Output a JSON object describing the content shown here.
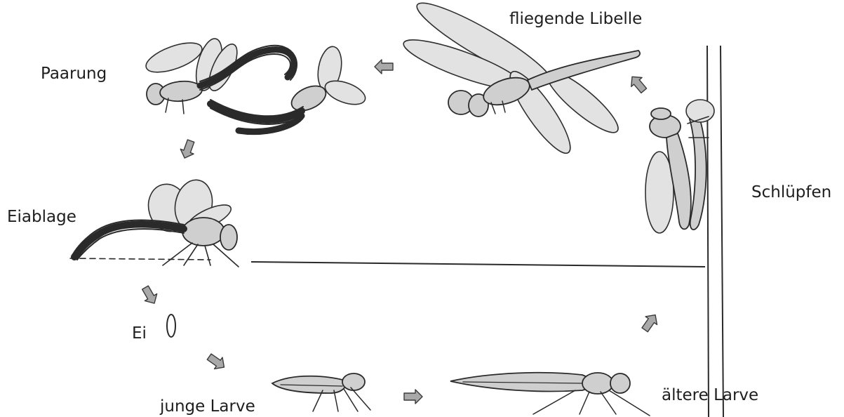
{
  "labels": {
    "paarung": "Paarung",
    "fliegende_libelle": "fliegende Libelle",
    "eiablage": "Eiablage",
    "schluepfen": "Schlüpfen",
    "ei": "Ei",
    "junge_larve": "junge Larve",
    "aeltere_larve": "ältere Larve"
  },
  "colors": {
    "ink": "#2a2a2a",
    "wing_fill": "#e2e2e2",
    "body_fill": "#cfcfcf",
    "arrow_fill": "#a9a9a9",
    "background": "#ffffff"
  }
}
